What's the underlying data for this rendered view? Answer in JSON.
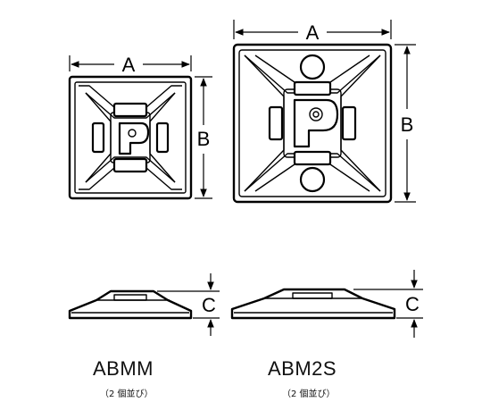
{
  "labels": {
    "dim_a": "A",
    "dim_b": "B",
    "dim_c": "C"
  },
  "products": [
    {
      "model": "ABMM",
      "quantity_note": "（2 個並び）"
    },
    {
      "model": "ABM2S",
      "quantity_note": "（2 個並び）"
    }
  ],
  "logo": {
    "letter": "P"
  }
}
